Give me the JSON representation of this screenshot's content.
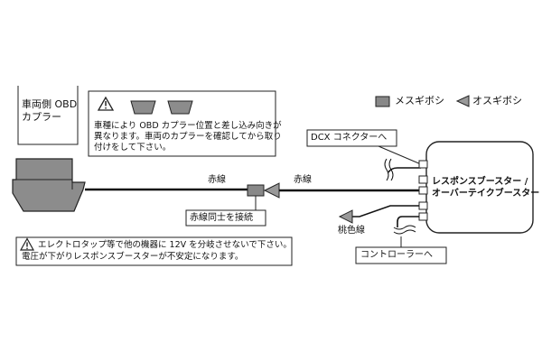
{
  "vehicle_obd": {
    "line1": "車両側 OBD",
    "line2": "カプラー"
  },
  "warning_top": {
    "line1": "車種により OBD カプラー位置と差し込み向きが",
    "line2": "異なります。車両のカプラーを確認してから取り",
    "line3": "付けをして下さい。"
  },
  "legend": {
    "female": "メスギボシ",
    "male": "オスギボシ"
  },
  "labels": {
    "dcx": "DCX コネクターへ",
    "red_wire_left": "赤線",
    "red_wire_right": "赤線",
    "red_join": "赤線同士を接続",
    "pink_wire": "桃色線",
    "controller": "コントローラーへ"
  },
  "booster": {
    "line1": "レスポンスブースター /",
    "line2": "オーバーテイクブースター"
  },
  "warning_bottom": {
    "line1": "エレクトロタップ等で他の機器に 12V を分岐させないで下さい。",
    "line2": "電圧が下がりレスポンスブースターが不安定になります。"
  },
  "colors": {
    "female_connector": "#888888",
    "pink_connector": "#999999",
    "line": "#111111"
  },
  "icons": [
    "warning-icon",
    "female-connector-icon",
    "male-connector-icon",
    "arrow-icon"
  ]
}
